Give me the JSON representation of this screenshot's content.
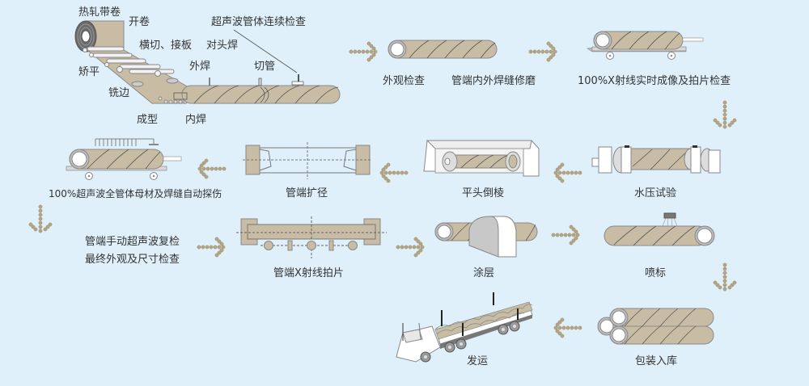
{
  "title": "螺旋焊管生产工艺流程",
  "colors": {
    "background": "#dff0fa",
    "pipe_fill": "#c8bda4",
    "pipe_stroke": "#8a8a8a",
    "arrow_dot": "#b3a584"
  },
  "forming_stage": {
    "labels": {
      "hot_rolled_coil": "热轧带卷",
      "uncoiling": "开卷",
      "cross_cut_joint": "横切、接板",
      "butt_weld": "对头焊",
      "leveling": "矫平",
      "edge_milling": "铣边",
      "outer_weld": "外焊",
      "pipe_cutting": "切管",
      "forming": "成型",
      "inner_weld": "内焊",
      "ultrasonic_body_inspection": "超声波管体连续检查"
    }
  },
  "steps": [
    {
      "id": "visual_inspection",
      "label": "外观检查"
    },
    {
      "id": "end_weld_grinding",
      "label": "管端内外焊缝修磨"
    },
    {
      "id": "xray_realtime",
      "label": "100%X射线实时成像及拍片检查"
    },
    {
      "id": "hydro_test",
      "label": "水压试验"
    },
    {
      "id": "end_facing_bevel",
      "label": "平头倒棱"
    },
    {
      "id": "end_expansion",
      "label": "管端扩径"
    },
    {
      "id": "ultrasonic_full",
      "label": "100%超声波全管体母材及焊缝自动探伤"
    },
    {
      "id": "manual_ut_final",
      "label_line1": "管端手动超声波复检",
      "label_line2": "最终外观及尺寸检查"
    },
    {
      "id": "end_xray",
      "label": "管端X射线拍片"
    },
    {
      "id": "coating",
      "label": "涂层"
    },
    {
      "id": "marking",
      "label": "喷标"
    },
    {
      "id": "packing_storage",
      "label": "包装入库"
    },
    {
      "id": "shipping",
      "label": "发运"
    }
  ],
  "flow_arrows": [
    {
      "from": "forming_stage",
      "to": "visual_inspection",
      "direction": "right"
    },
    {
      "from": "end_weld_grinding",
      "to": "xray_realtime",
      "direction": "right"
    },
    {
      "from": "xray_realtime",
      "to": "hydro_test",
      "direction": "down"
    },
    {
      "from": "hydro_test",
      "to": "end_facing_bevel",
      "direction": "left"
    },
    {
      "from": "end_facing_bevel",
      "to": "end_expansion",
      "direction": "left"
    },
    {
      "from": "end_expansion",
      "to": "ultrasonic_full",
      "direction": "left"
    },
    {
      "from": "ultrasonic_full",
      "to": "manual_ut_final",
      "direction": "down"
    },
    {
      "from": "manual_ut_final",
      "to": "end_xray",
      "direction": "right"
    },
    {
      "from": "end_xray",
      "to": "coating",
      "direction": "right"
    },
    {
      "from": "coating",
      "to": "marking",
      "direction": "right"
    },
    {
      "from": "marking",
      "to": "packing_storage",
      "direction": "down"
    },
    {
      "from": "packing_storage",
      "to": "shipping",
      "direction": "left"
    }
  ]
}
